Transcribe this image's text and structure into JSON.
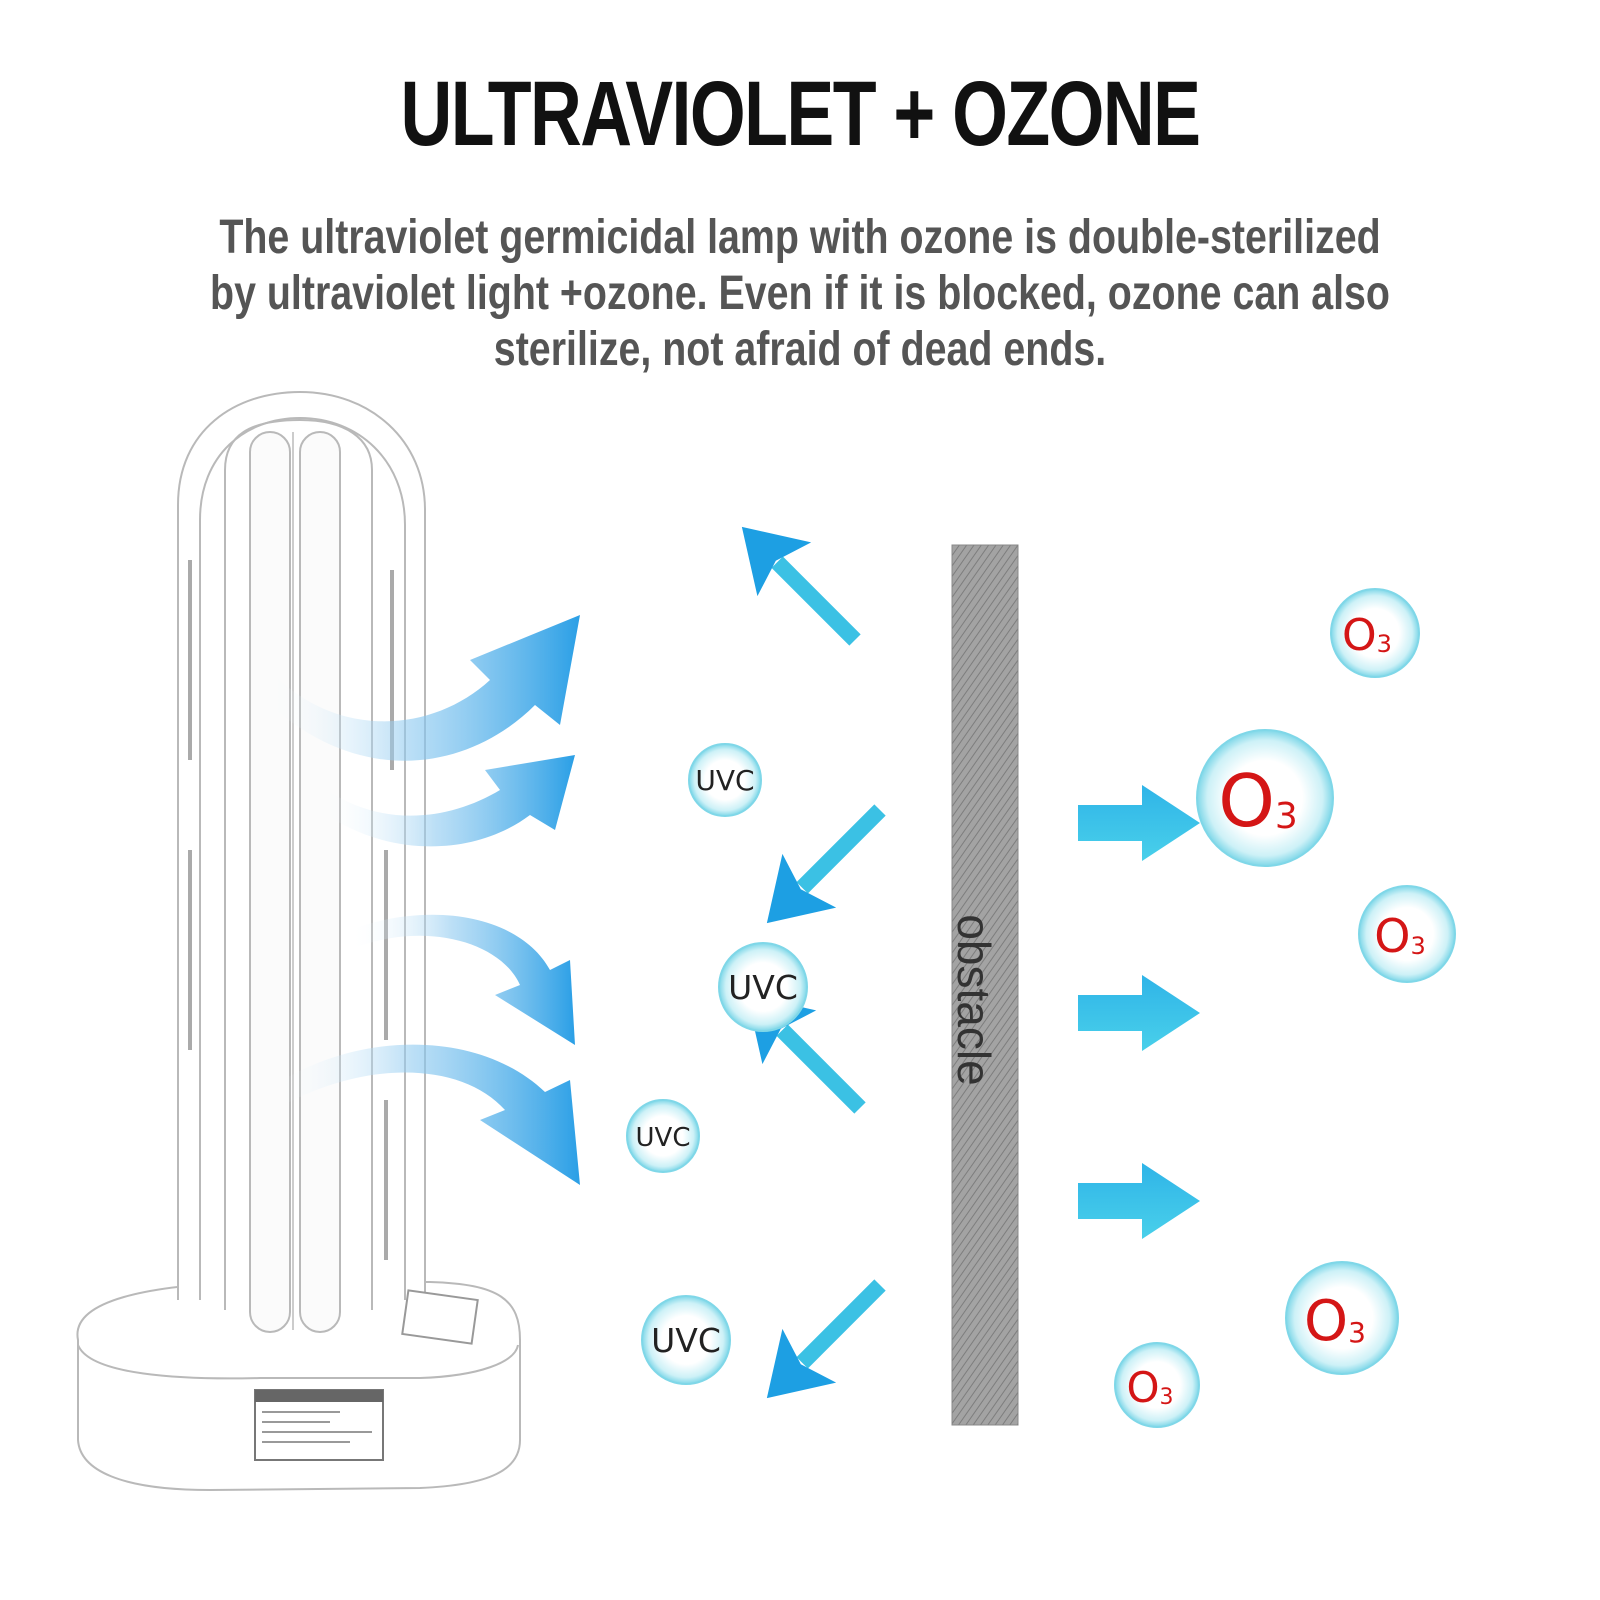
{
  "heading": {
    "title": "ULTRAVIOLET + OZONE",
    "description": "The ultraviolet germicidal lamp with ozone is double-sterilized by ultraviolet light +ozone. Even if it is blocked, ozone can also sterilize, not afraid of dead ends."
  },
  "diagram": {
    "obstacle_label": "obstacle",
    "uvc_labels": [
      "UVC",
      "UVC",
      "UVC",
      "UVC"
    ],
    "ozone_label": "O",
    "ozone_subscript": "3",
    "lamp_label_title": "UV GERMICIDAL LAMP",
    "colors": {
      "arrow_blue": "#29a9e6",
      "bubble_edge": "#6fd3e6",
      "ozone_red": "#d41616",
      "obstacle_gray": "#9a9a9a"
    }
  }
}
